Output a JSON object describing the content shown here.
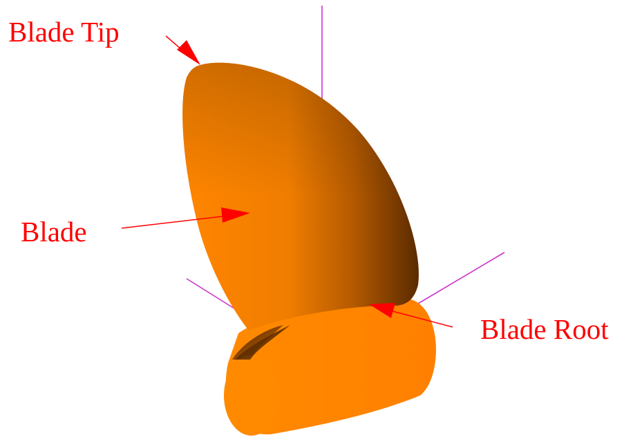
{
  "diagram": {
    "labels": {
      "blade_tip": "Blade Tip",
      "blade": "Blade",
      "blade_root": "Blade Root"
    },
    "colors": {
      "label": "#ff0000",
      "arrow": "#ff0000",
      "axis": "#cc33cc",
      "blade_light": "#ff8a00",
      "blade_dark": "#6a3300"
    }
  }
}
